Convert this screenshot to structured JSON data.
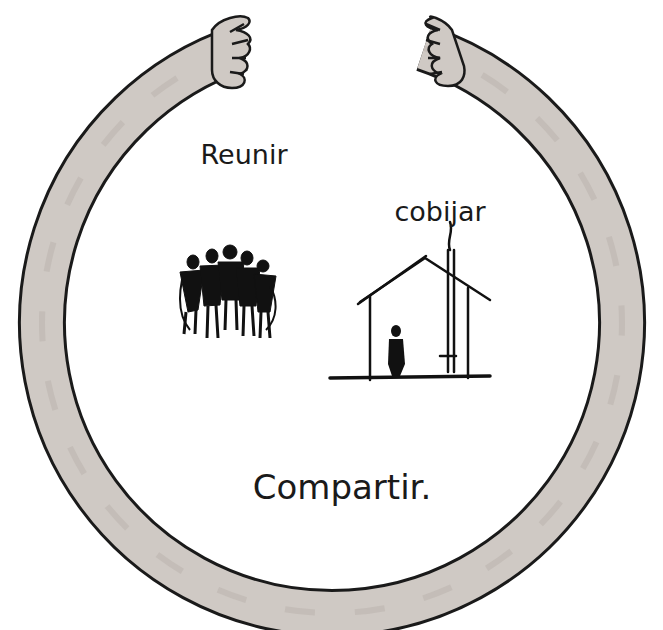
{
  "diagram": {
    "labels": [
      "Reunir",
      "cobijar",
      "Compartir."
    ]
  }
}
